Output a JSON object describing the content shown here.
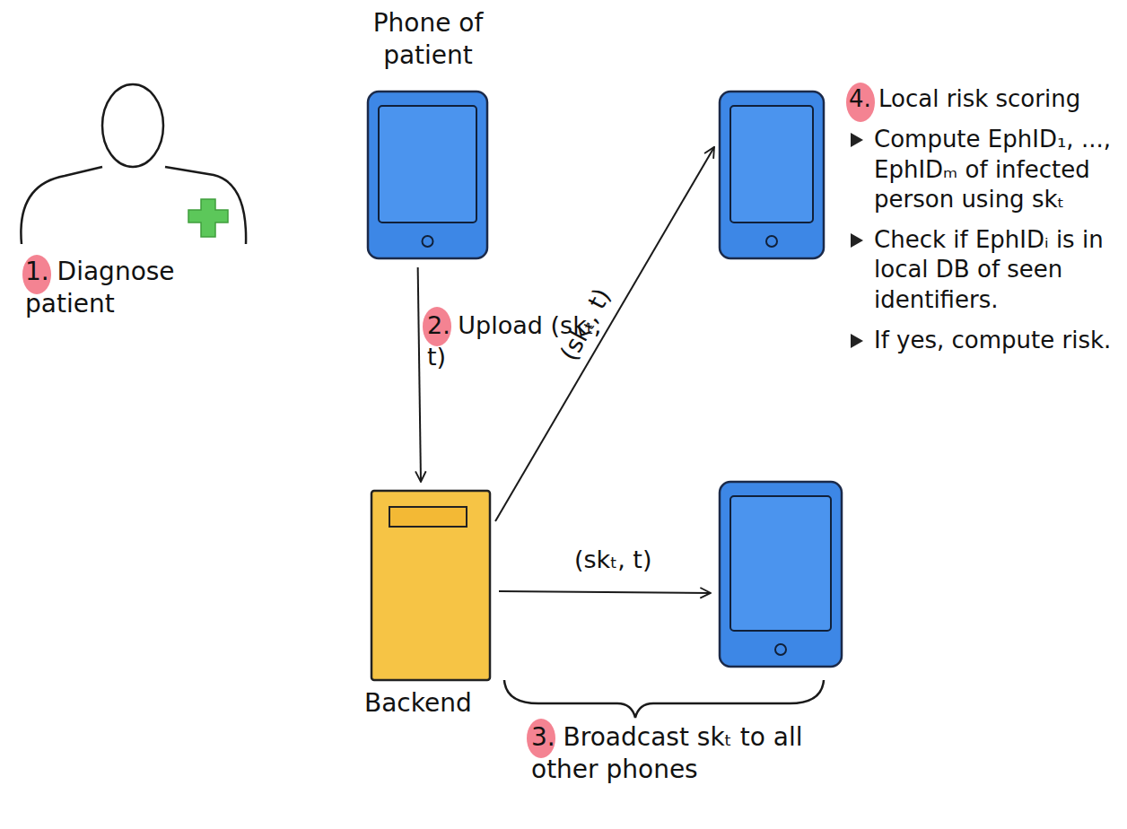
{
  "diagram": {
    "nodes": [
      {
        "text": [
          "Phone of patient"
        ]
      },
      {
        "text": [
          "4. Local risk scoring",
          "Compute EphID₁, ..., EphIDₘ of infected person using skₜ",
          "Check if EphIDᵢ is in local DB of seen identifiers.",
          "If yes, compute risk."
        ]
      },
      {
        "text": [
          "Backend"
        ]
      },
      {
        "text": []
      }
    ],
    "edges": [
      {
        "from": 0,
        "to": 2,
        "arrow": "to",
        "label": "2. Upload (skₜ, t)"
      },
      {
        "from": 2,
        "to": 1,
        "arrow": "to",
        "label": "(skₜ, t)"
      },
      {
        "from": 2,
        "to": 3,
        "arrow": "to",
        "label": "(skₜ, t)"
      }
    ],
    "labels": [
      "1. Diagnose patient",
      "3. Broadcast skₜ to all other phones"
    ]
  }
}
